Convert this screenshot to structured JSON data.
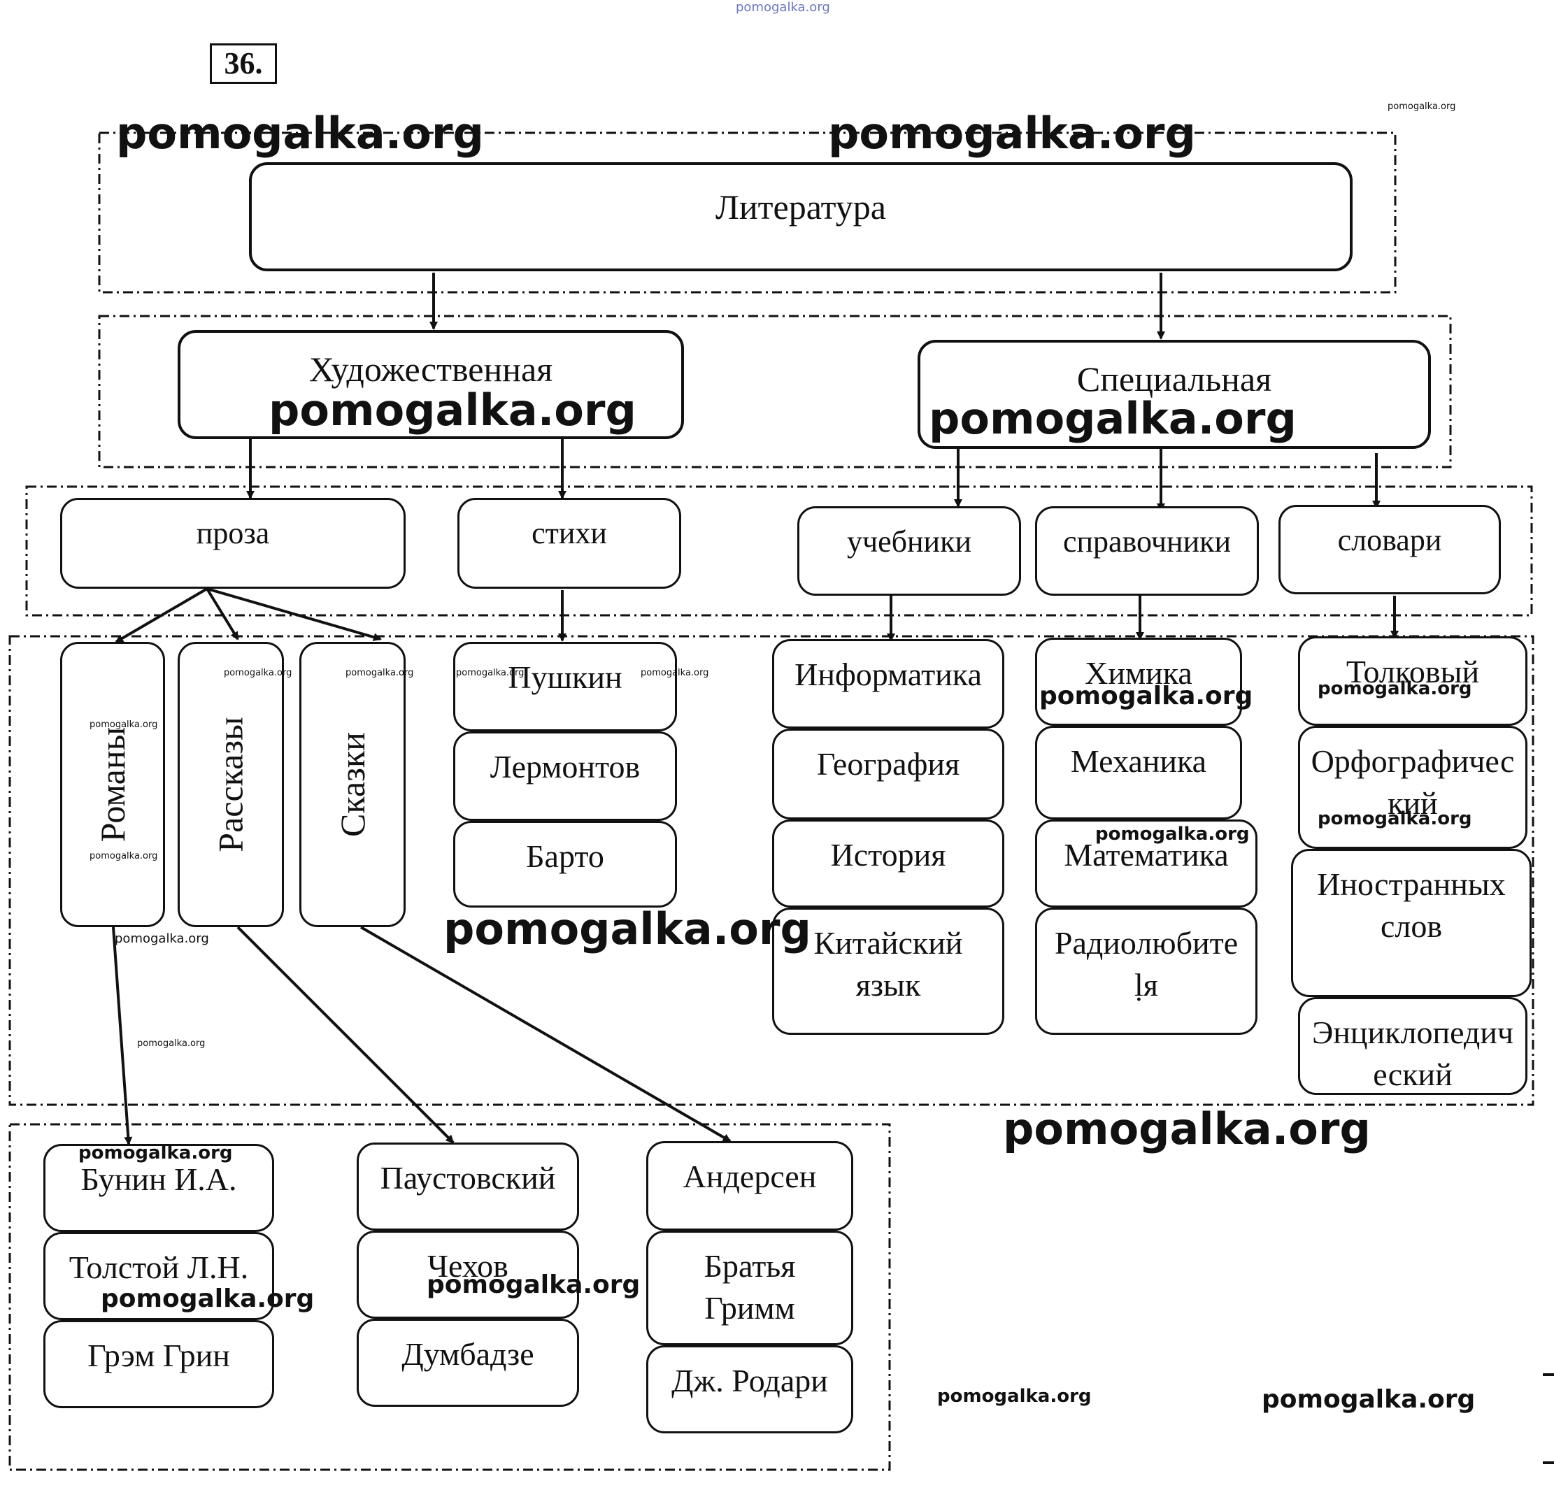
{
  "task_number": "36.",
  "watermark_text": "pomogalka.org",
  "root": {
    "label": "Литература"
  },
  "branches": [
    {
      "label": "Художественная"
    },
    {
      "label": "Специальная"
    }
  ],
  "genres": [
    {
      "label": "проза"
    },
    {
      "label": "стихи"
    },
    {
      "label": "учебники"
    },
    {
      "label": "справочники"
    },
    {
      "label": "словари"
    }
  ],
  "prose_types": [
    {
      "label": "Романы"
    },
    {
      "label": "Рассказы"
    },
    {
      "label": "Сказки"
    }
  ],
  "poets": [
    "Пушкин",
    "Лермонтов",
    "Барто"
  ],
  "textbooks": [
    "Информатика",
    "География",
    "История",
    "Китайский язык"
  ],
  "reference_books": [
    "Химика",
    "Механика",
    "Математика",
    "Радиолюбитеḷя"
  ],
  "dictionaries": [
    "Толковый",
    "Орфографический",
    "Иностранных слов",
    "Энциклопедический"
  ],
  "novelists": [
    "Бунин И.А.",
    "Толстой Л.Н.",
    "Грэм Грин"
  ],
  "story_writers": [
    "Паустовский",
    "Чехов",
    "Думбадзе"
  ],
  "fairy_tale_writers": [
    "Андерсен",
    "Братья Гримм",
    "Дж. Родари"
  ]
}
